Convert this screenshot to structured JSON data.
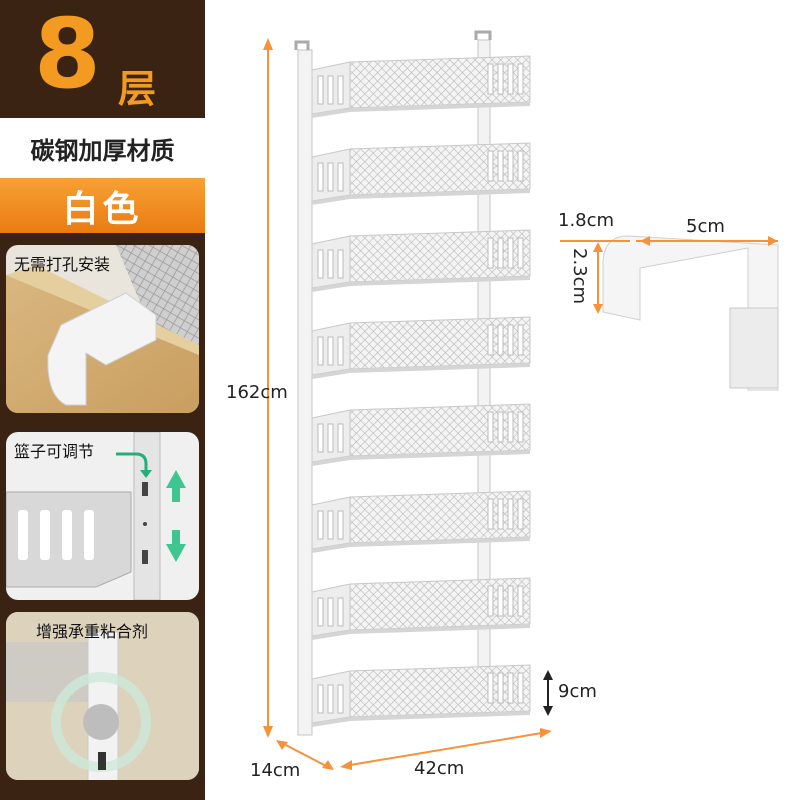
{
  "header": {
    "layers_number": "8",
    "layers_unit": "层"
  },
  "material": "碳钢加厚材质",
  "color_label": "白色",
  "features": [
    {
      "label": "无需打孔安装"
    },
    {
      "label": "篮子可调节"
    },
    {
      "label": "增强承重粘合剂"
    }
  ],
  "dimensions": {
    "height": "162cm",
    "depth": "14cm",
    "width": "42cm",
    "basket_height": "9cm",
    "hook_thickness": "1.8cm",
    "hook_length": "5cm",
    "hook_height": "2.3cm"
  },
  "colors": {
    "brown": "#3b2313",
    "orange": "#f39a21",
    "accent_line": "#f5923a"
  }
}
